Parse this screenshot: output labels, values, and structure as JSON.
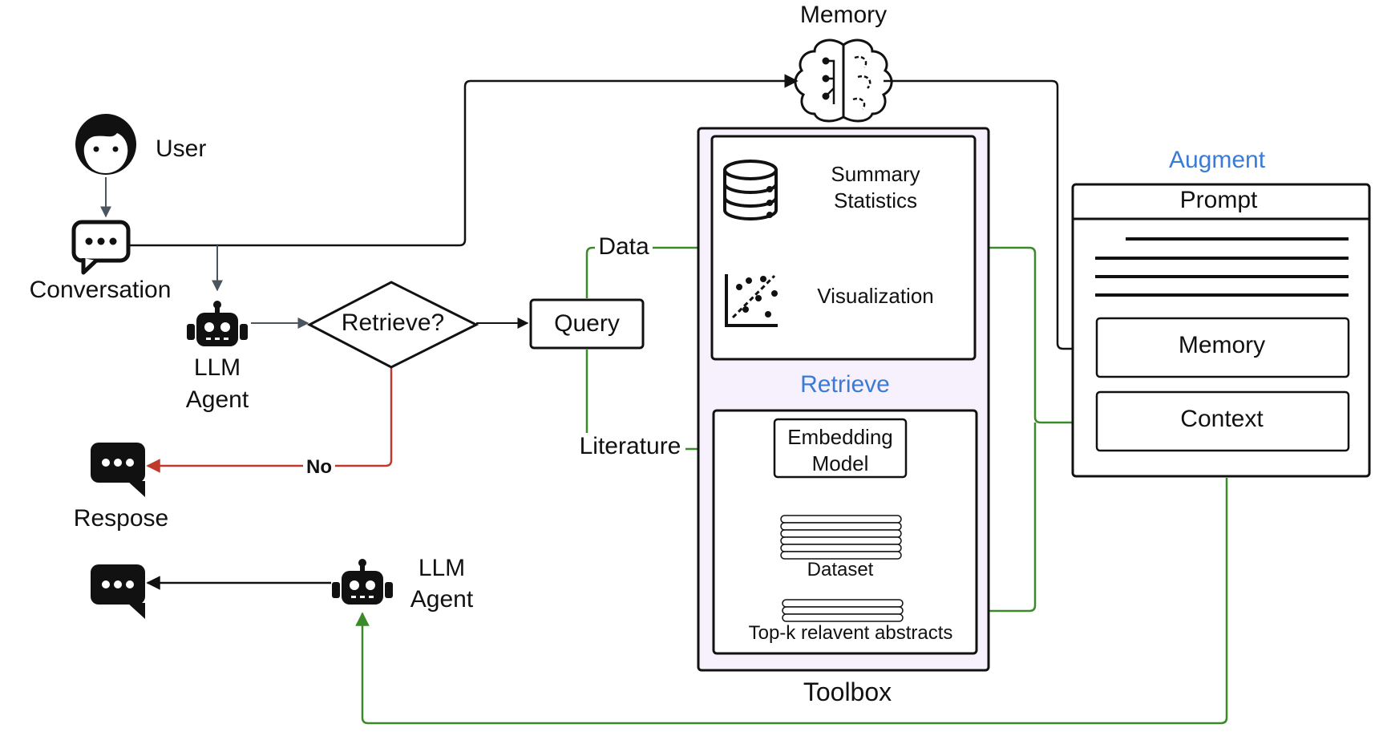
{
  "labels": {
    "memory_title": "Memory",
    "user": "User",
    "conversation": "Conversation",
    "llm_agent_top_1": "LLM",
    "llm_agent_top_2": "Agent",
    "retrieve_decision": "Retrieve?",
    "query": "Query",
    "no": "No",
    "response": "Respose",
    "llm_agent_bottom_1": "LLM",
    "llm_agent_bottom_2": "Agent",
    "data": "Data",
    "literature": "Literature",
    "summary_statistics_1": "Summary",
    "summary_statistics_2": "Statistics",
    "visualization": "Visualization",
    "retrieve": "Retrieve",
    "embedding_model_1": "Embedding",
    "embedding_model_2": "Model",
    "dataset": "Dataset",
    "top_k": "Top-k relavent abstracts",
    "toolbox": "Toolbox",
    "augment": "Augment",
    "prompt": "Prompt",
    "prompt_memory": "Memory",
    "prompt_context": "Context"
  },
  "colors": {
    "green": "#3a8a2a",
    "red": "#c0392b",
    "blue": "#3a7bd5",
    "toolbox_fill": "#f6f1fc",
    "gray_arrow": "#4a5560"
  },
  "icons": [
    "brain-icon",
    "user-face-icon",
    "chat-bubble-icon",
    "robot-icon",
    "database-icon",
    "scatter-plot-icon"
  ]
}
